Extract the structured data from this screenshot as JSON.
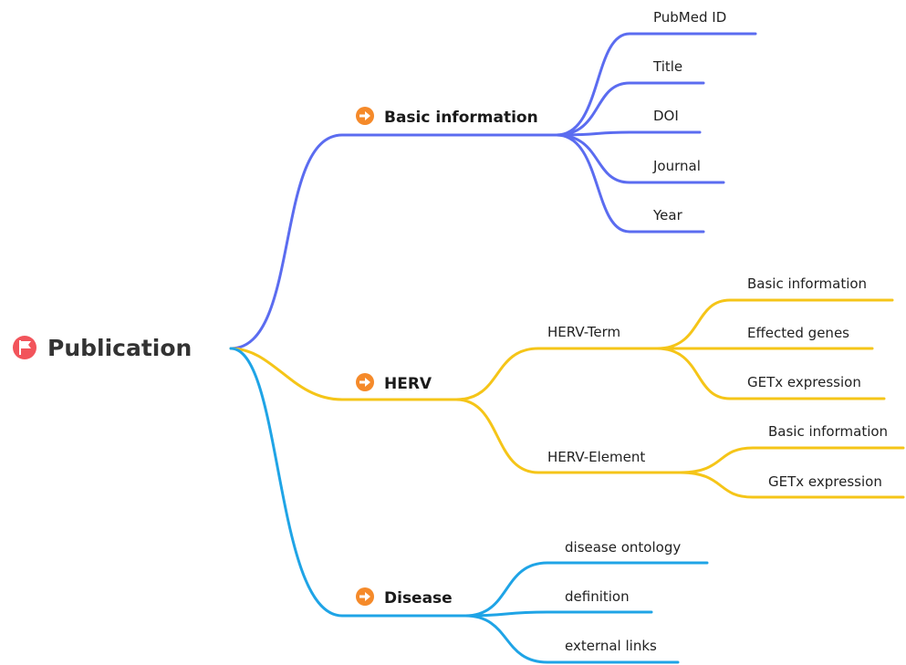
{
  "colors": {
    "basic": "#5b6cf0",
    "herv": "#f5c518",
    "disease": "#1fa4e6",
    "root_icon": "#f2545b",
    "branch_icon": "#f58a2a"
  },
  "root": {
    "label": "Publication",
    "icon": "flag-icon"
  },
  "branches": {
    "basic": {
      "label": "Basic information",
      "icon": "arrow-right-icon",
      "children": [
        "PubMed ID",
        "Title",
        "DOI",
        "Journal",
        "Year"
      ]
    },
    "herv": {
      "label": "HERV",
      "icon": "arrow-right-icon",
      "subs": {
        "term": {
          "label": "HERV-Term",
          "children": [
            "Basic information",
            "Effected genes",
            "GETx expression"
          ]
        },
        "element": {
          "label": "HERV-Element",
          "children": [
            "Basic information",
            "GETx expression"
          ]
        }
      }
    },
    "disease": {
      "label": "Disease",
      "icon": "arrow-right-icon",
      "children": [
        "disease ontology",
        "definition",
        "external links"
      ]
    }
  }
}
